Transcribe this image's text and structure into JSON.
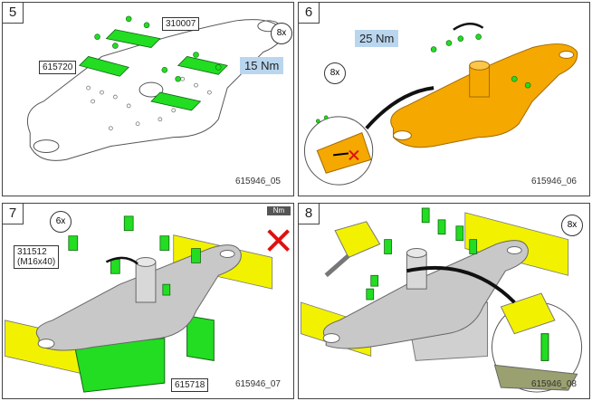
{
  "steps": [
    {
      "number": "5",
      "code": "615946_05",
      "labels": [
        "310007",
        "615720"
      ],
      "torque": "15 Nm",
      "quantity": "8x"
    },
    {
      "number": "6",
      "code": "615946_06",
      "torque": "25 Nm",
      "quantity": "8x"
    },
    {
      "number": "7",
      "code": "615946_07",
      "labels": [
        "311512\n(M16x40)",
        "615718"
      ],
      "quantity": "6x",
      "no_torque_label": "Nm"
    },
    {
      "number": "8",
      "code": "615946_08",
      "quantity": "8x"
    }
  ],
  "colors": {
    "part_green": "#22dd22",
    "plate_orange": "#f5a800",
    "block_yellow": "#f2f200",
    "torque_blue": "#b9d6ee",
    "plate_gray": "#c8c8c8",
    "cross_red": "#e01010"
  }
}
